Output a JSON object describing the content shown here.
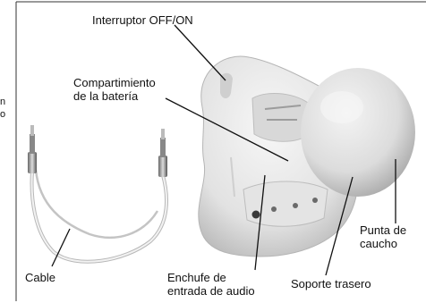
{
  "fragments": [
    "n",
    "o"
  ],
  "labels": {
    "switch": "Interruptor OFF/ON",
    "battery": [
      "Compartimiento",
      "de la batería"
    ],
    "cable": "Cable",
    "audio": [
      "Enchufe de",
      "entrada de audio"
    ],
    "stand": "Soporte trasero",
    "tip": [
      "Punta de",
      "caucho"
    ]
  },
  "colors": {
    "ink": "#111111",
    "border": "#333333",
    "device_light": "#ececec",
    "device_shade": "#c9c9c9",
    "ball_light": "#eeeeee",
    "ball_shade": "#bdbdbd",
    "jack": "#3a3a3a"
  }
}
